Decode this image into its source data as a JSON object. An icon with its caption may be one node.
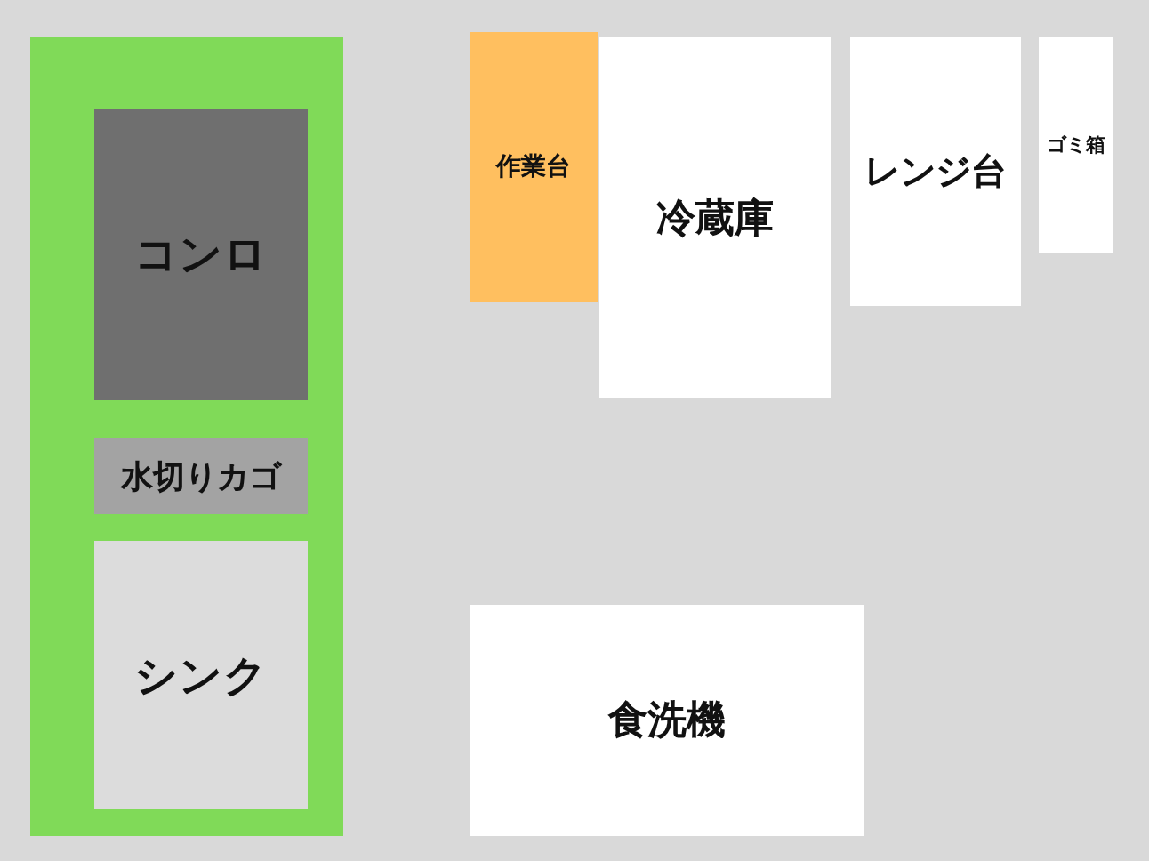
{
  "diagram": {
    "nodes": [
      {
        "text": [],
        "shape": "box"
      },
      {
        "text": [
          "コンロ"
        ],
        "in": 0
      },
      {
        "text": [
          "水切りカゴ"
        ],
        "in": 0
      },
      {
        "text": [
          "シンク"
        ],
        "in": 0
      },
      {
        "text": [
          "作業台"
        ]
      },
      {
        "text": [
          "冷蔵庫"
        ]
      },
      {
        "text": [
          "レンジ台"
        ]
      },
      {
        "text": [
          "ゴミ箱"
        ]
      },
      {
        "text": [
          "食洗機"
        ]
      }
    ],
    "edges": []
  }
}
